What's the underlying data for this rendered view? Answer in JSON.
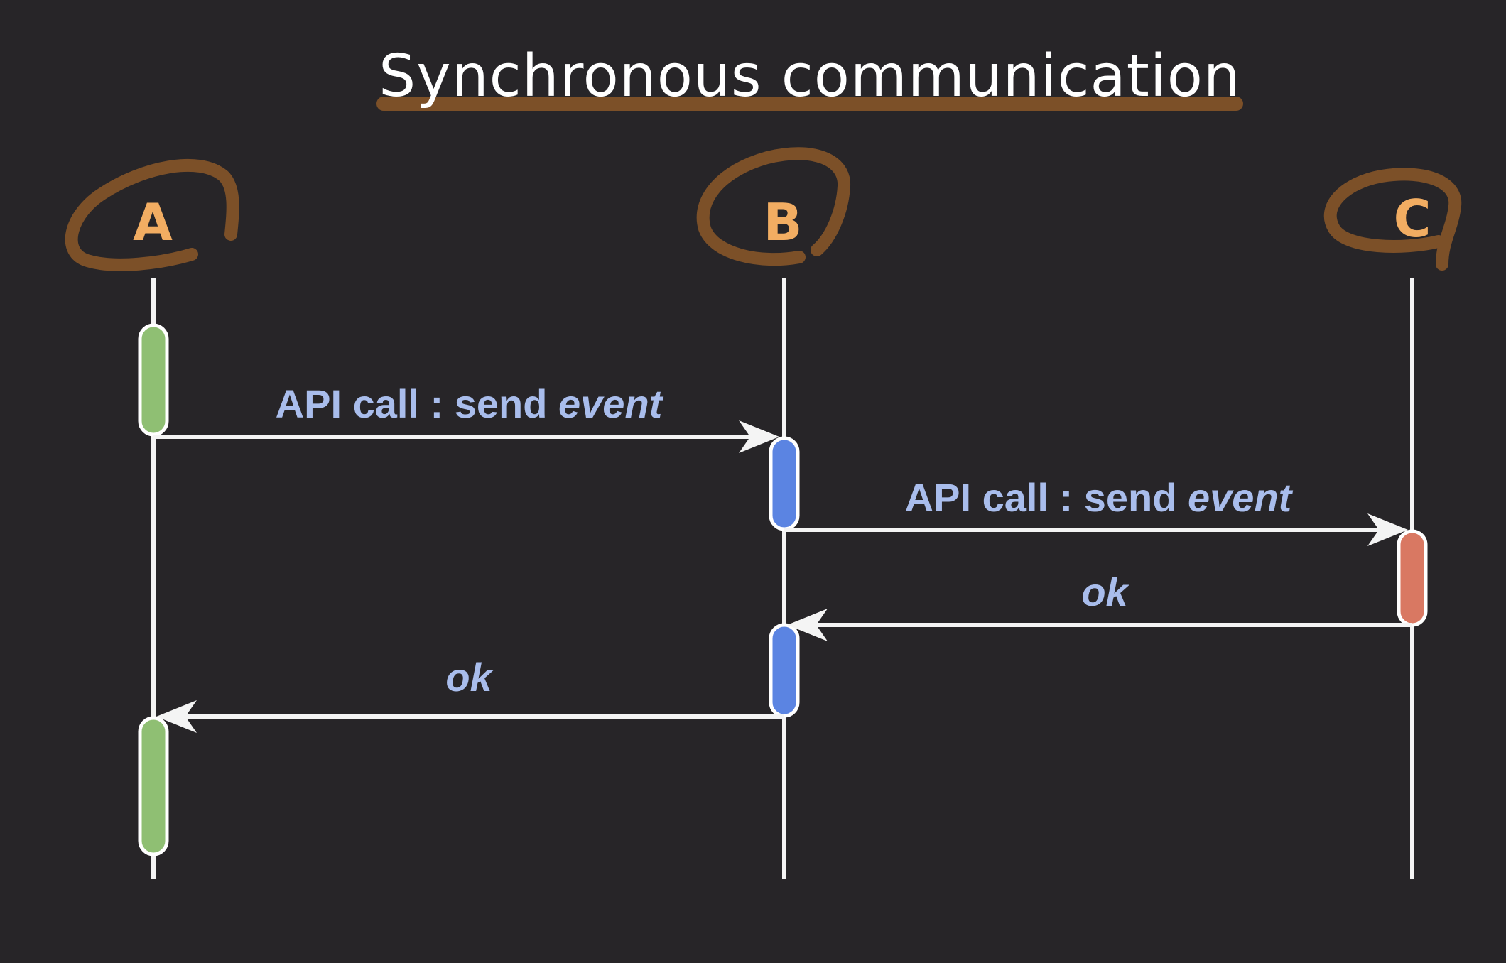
{
  "title": "Synchronous communication",
  "actors": [
    {
      "id": "A",
      "label": "A"
    },
    {
      "id": "B",
      "label": "B"
    },
    {
      "id": "C",
      "label": "C"
    }
  ],
  "messages": [
    {
      "from": "A",
      "to": "B",
      "text": "API call : send ",
      "text_em": "event"
    },
    {
      "from": "B",
      "to": "C",
      "text": "API call : send ",
      "text_em": "event"
    },
    {
      "from": "C",
      "to": "B",
      "text": "",
      "text_em": "ok"
    },
    {
      "from": "B",
      "to": "A",
      "text": "",
      "text_em": "ok"
    }
  ],
  "colors": {
    "background": "#272528",
    "lifeline": "#f4f4f4",
    "actor_label": "#f2ad62",
    "scribble": "#7c5028",
    "message_label": "#a9bdec",
    "activation_a": "#8fbf73",
    "activation_b": "#5b84e2",
    "activation_c": "#d97862"
  }
}
